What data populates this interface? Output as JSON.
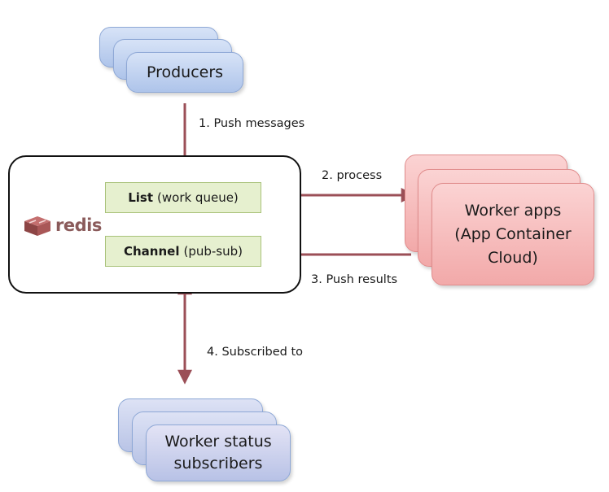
{
  "producers": {
    "label": "Producers"
  },
  "redis": {
    "logo_text": "redis",
    "list": {
      "name": "List",
      "desc": "(work queue)"
    },
    "channel": {
      "name": "Channel",
      "desc": "(pub-sub)"
    }
  },
  "workers": {
    "label": "Worker apps\n(App Container\nCloud)"
  },
  "subscribers": {
    "label": "Worker status\nsubscribers"
  },
  "steps": {
    "push_messages": "1. Push messages",
    "process": "2. process",
    "push_results": "3. Push results",
    "subscribed_to": "4. Subscribed to"
  },
  "colors": {
    "arrow": "#9b4f57",
    "blue_card": "#bcd0f0",
    "red_card": "#f4b2b2",
    "queue_box": "#e6f0cf"
  }
}
